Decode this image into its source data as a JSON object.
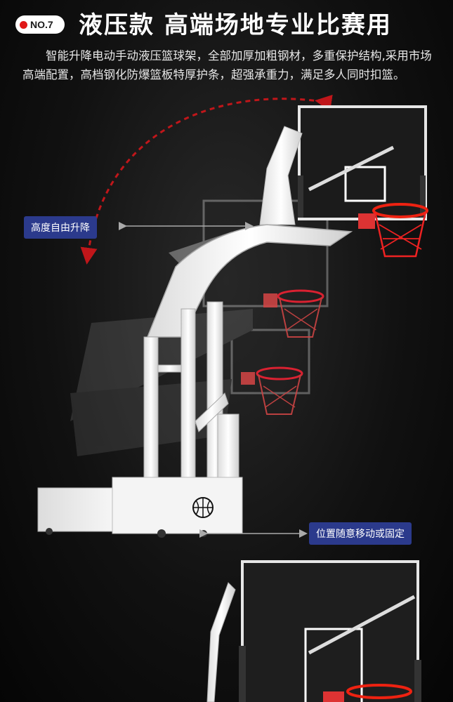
{
  "badge": {
    "label": "NO.7"
  },
  "title": "液压款 高端场地专业比赛用",
  "description": "智能升降电动手动液压篮球架，全部加厚加粗钢材，多重保护结构,采用市场高端配置，高档钢化防爆篮板特厚护条，超强承重力，满足多人同时扣篮。",
  "tags": {
    "height_adjust": "高度自由升降",
    "move_fix": "位置随意移动或固定"
  },
  "colors": {
    "accent_red": "#e01818",
    "tag_blue": "#2b3a8c"
  }
}
